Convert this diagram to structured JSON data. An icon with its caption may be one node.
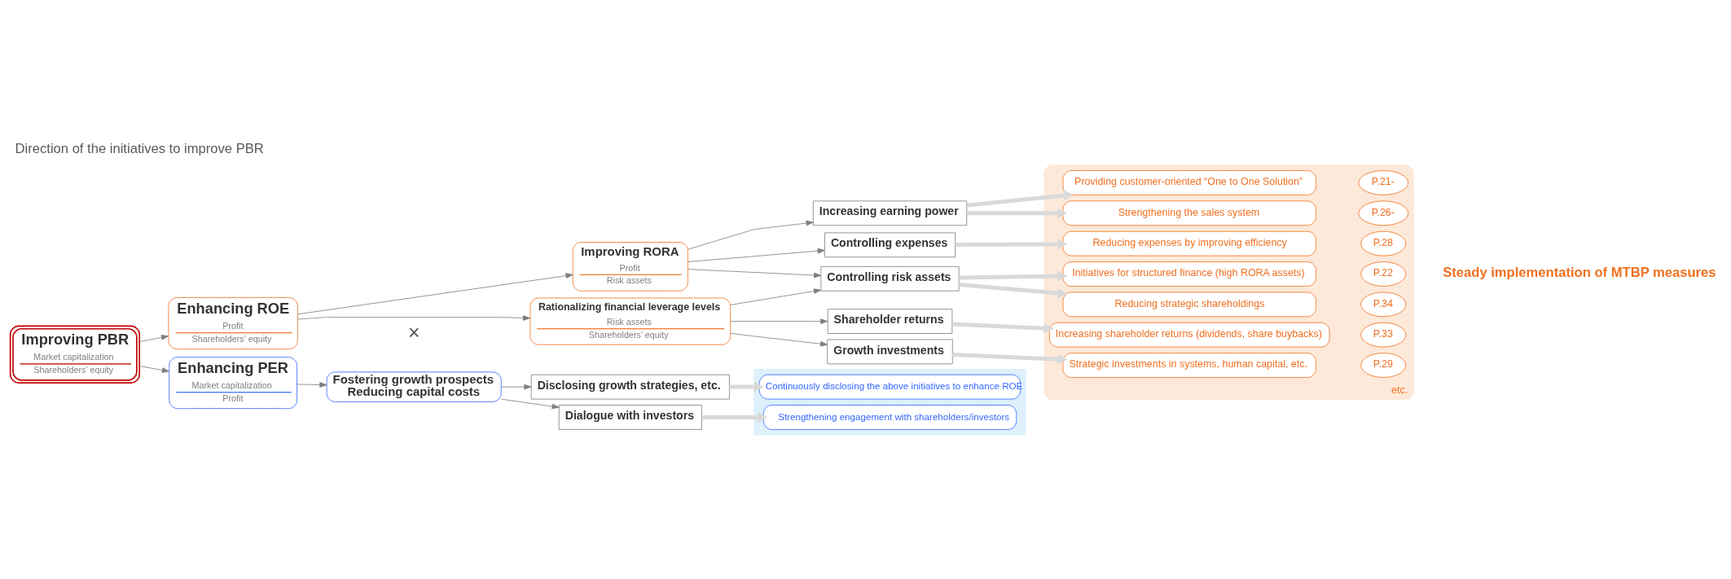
{
  "diagram": {
    "title": "Direction of the initiatives to improve PBR",
    "nodes": [
      {
        "text": [
          "Improving PBR",
          "Market capitalization",
          "Shareholders’ equity"
        ]
      },
      {
        "text": [
          "Enhancing ROE",
          "Profit",
          "Shareholders’ equity"
        ]
      },
      {
        "text": [
          "Enhancing PER",
          "Market capitalization",
          "Profit"
        ]
      },
      {
        "text": [
          "Improving RORA",
          "Profit",
          "Risk assets"
        ]
      },
      {
        "text": [
          "Rationalizing financial leverage levels",
          "Risk assets",
          "Shareholders’ equity"
        ]
      },
      {
        "text": [
          "Fostering growth prospects",
          "Reducing capital costs"
        ]
      },
      {
        "text": [
          "Increasing earning power"
        ]
      },
      {
        "text": [
          "Controlling expenses"
        ]
      },
      {
        "text": [
          "Controlling risk assets"
        ]
      },
      {
        "text": [
          "Shareholder returns"
        ]
      },
      {
        "text": [
          "Growth investments"
        ]
      },
      {
        "text": [
          "Disclosing growth strategies, etc."
        ]
      },
      {
        "text": [
          "Dialogue with investors"
        ]
      },
      {
        "text": [
          "etc."
        ]
      },
      {
        "text": [
          "Providing customer-oriented “One to One Solution”"
        ],
        "in": 13
      },
      {
        "text": [
          "P.21-"
        ],
        "in": 13
      },
      {
        "text": [
          "Strengthening the sales system"
        ],
        "in": 13
      },
      {
        "text": [
          "P.26-"
        ],
        "in": 13
      },
      {
        "text": [
          "Reducing expenses by improving efficiency"
        ],
        "in": 13
      },
      {
        "text": [
          "P.28"
        ],
        "in": 13
      },
      {
        "text": [
          "Initiatives for structured finance (high RORA assets)"
        ],
        "in": 13
      },
      {
        "text": [
          "P.22"
        ],
        "in": 13
      },
      {
        "text": [
          "Reducing strategic shareholdings"
        ],
        "in": 13
      },
      {
        "text": [
          "P.34"
        ],
        "in": 13
      },
      {
        "text": [
          "Increasing shareholder returns (dividends, share buybacks)"
        ],
        "in": 13
      },
      {
        "text": [
          "P.33"
        ],
        "in": 13
      },
      {
        "text": [
          "Strategic investments in systems, human capital, etc."
        ],
        "in": 13
      },
      {
        "text": [
          "P.29"
        ],
        "in": 13
      },
      {
        "text": [],
        "shape": "box"
      },
      {
        "text": [
          "Continuously disclosing the above initiatives to enhance ROE"
        ],
        "in": 28
      },
      {
        "text": [
          "Strengthening engagement with shareholders/investors"
        ],
        "in": 28
      }
    ],
    "edges": [
      {
        "from": 0,
        "to": 1,
        "arrow": "to"
      },
      {
        "from": 0,
        "to": 2,
        "arrow": "to"
      },
      {
        "from": 1,
        "to": 3,
        "arrow": "to"
      },
      {
        "from": 1,
        "to": 4,
        "arrow": "to"
      },
      {
        "from": 3,
        "to": 6,
        "arrow": "to"
      },
      {
        "from": 3,
        "to": 7,
        "arrow": "to"
      },
      {
        "from": 3,
        "to": 8,
        "arrow": "to"
      },
      {
        "from": 4,
        "to": 8,
        "arrow": "to"
      },
      {
        "from": 4,
        "to": 9,
        "arrow": "to"
      },
      {
        "from": 4,
        "to": 10,
        "arrow": "to"
      },
      {
        "from": 2,
        "to": 5,
        "arrow": "to"
      },
      {
        "from": 5,
        "to": 11,
        "arrow": "to"
      },
      {
        "from": 5,
        "to": 12,
        "arrow": "to"
      },
      {
        "from": 6,
        "to": 14,
        "arrow": "to",
        "style": "thick",
        "color": "#d9d9d9"
      },
      {
        "from": 6,
        "to": 16,
        "arrow": "to",
        "style": "thick",
        "color": "#d9d9d9"
      },
      {
        "from": 7,
        "to": 18,
        "arrow": "to",
        "style": "thick",
        "color": "#d9d9d9"
      },
      {
        "from": 8,
        "to": 20,
        "arrow": "to",
        "style": "thick",
        "color": "#d9d9d9"
      },
      {
        "from": 8,
        "to": 22,
        "arrow": "to",
        "style": "thick",
        "color": "#d9d9d9"
      },
      {
        "from": 9,
        "to": 24,
        "arrow": "to",
        "style": "thick",
        "color": "#d9d9d9"
      },
      {
        "from": 10,
        "to": 26,
        "arrow": "to",
        "style": "thick",
        "color": "#d9d9d9"
      },
      {
        "from": 11,
        "to": 29,
        "arrow": "to",
        "style": "thick",
        "color": "#d9d9d9"
      },
      {
        "from": 12,
        "to": 30,
        "arrow": "to",
        "style": "thick",
        "color": "#d9d9d9"
      }
    ],
    "labels": [
      "×",
      "Steady implementation of MTBP measures"
    ]
  }
}
